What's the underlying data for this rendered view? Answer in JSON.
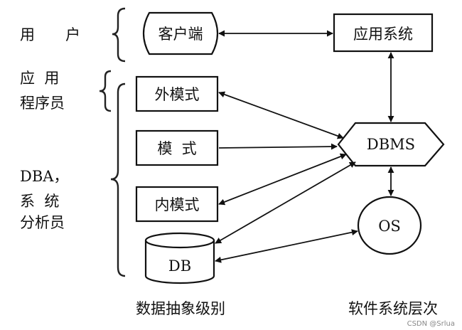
{
  "roles": {
    "user": [
      "用",
      "户"
    ],
    "app_programmer": [
      "应  用",
      "程序员"
    ],
    "dba_analyst": [
      "DBA，",
      "系  统",
      "分析员"
    ]
  },
  "abstraction_levels": {
    "client": "客户端",
    "external_schema": "外模式",
    "schema": "模  式",
    "internal_schema": "内模式",
    "db": "DB"
  },
  "software_levels": {
    "application_system": "应用系统",
    "dbms": "DBMS",
    "os": "OS"
  },
  "captions": {
    "abstraction": "数据抽象级别",
    "software": "软件系统层次"
  },
  "watermark": "CSDN @Srlua",
  "relations": [
    {
      "from": "client",
      "to": "application_system",
      "arrows": "both"
    },
    {
      "from": "application_system",
      "to": "dbms",
      "arrows": "both"
    },
    {
      "from": "external_schema",
      "to": "dbms",
      "arrows": "both"
    },
    {
      "from": "schema",
      "to": "dbms",
      "arrows": "end"
    },
    {
      "from": "internal_schema",
      "to": "dbms",
      "arrows": "both"
    },
    {
      "from": "db",
      "to": "dbms",
      "arrows": "both"
    },
    {
      "from": "dbms",
      "to": "os",
      "arrows": "both"
    },
    {
      "from": "db",
      "to": "os",
      "arrows": "both"
    }
  ]
}
